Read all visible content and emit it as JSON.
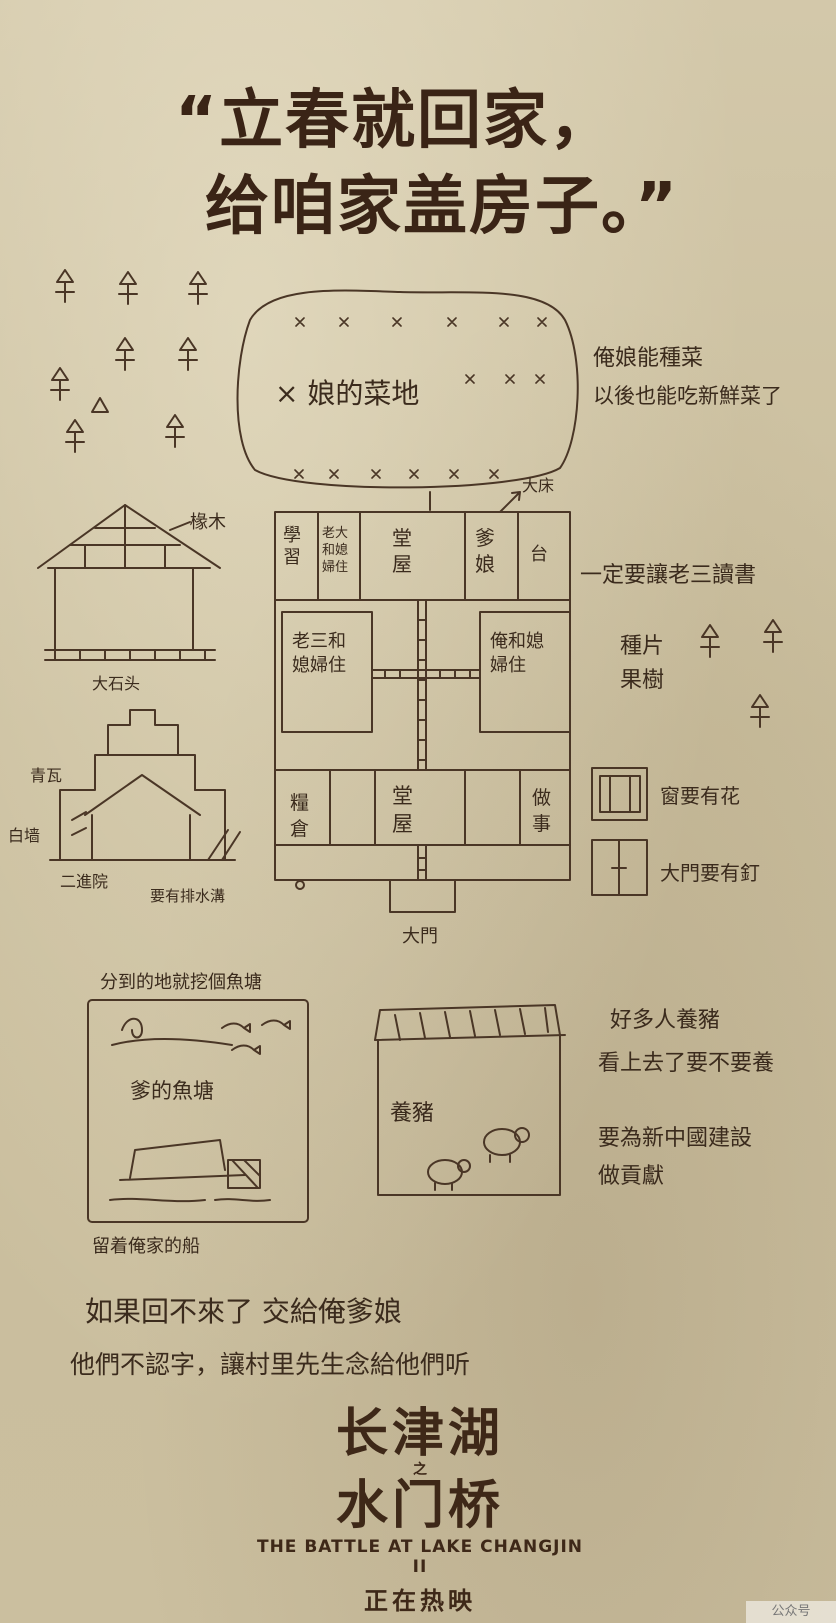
{
  "headline": {
    "line1": "“立春就回家，",
    "line2": "给咱家盖房子。”"
  },
  "sketch_labels": {
    "vegetable_field": "× 娘的菜地",
    "mom_plants": "俺娘能種菜",
    "eat_fresh": "以後也能吃新鮮菜了",
    "kang": "大床",
    "rafter": "椽木",
    "big_stone": "大石头",
    "green_tile": "青瓦",
    "white_wall": "白墙",
    "second_courtyard": "二進院",
    "drain": "要有排水溝",
    "must_study": "一定要讓老三讀書",
    "plant_fruit_1": "種片",
    "plant_fruit_2": "果樹",
    "window_flower": "窗要有花",
    "gate_nails": "大門要有釘",
    "gate": "大門",
    "fishpond_caption": "分到的地就挖個魚塘",
    "dad_fishpond": "爹的魚塘",
    "my_boat": "留着俺家的船",
    "pig_pen": "養豬",
    "more_pigs": "好多人養豬",
    "see_pigs": "看上去了要不要養",
    "build_china_1": "要為新中國建設",
    "build_china_2": "做貢獻"
  },
  "rooms": {
    "study": "學習",
    "elder_brother": "老大和媳婦住",
    "main_hall_top": "堂屋",
    "parents": "爹娘",
    "stove": "台",
    "third_brother": "老三和媳婦住",
    "my_room": "俺和媳婦住",
    "granary": "糧倉",
    "main_hall_bottom": "堂屋",
    "kitchen": "做事"
  },
  "bottom_note": {
    "line1": "如果回不來了 交給俺爹娘",
    "line2": "他們不認字，讓村里先生念給他們听"
  },
  "film": {
    "title_cn": "长津湖",
    "connector": "之",
    "subtitle_cn": "水门桥",
    "title_en": "THE BATTLE AT LAKE CHANGJIN II",
    "status": "正在热映"
  },
  "watermark": "公众号"
}
